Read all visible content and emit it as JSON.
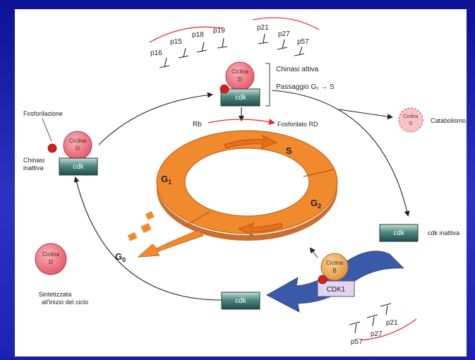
{
  "labels": {
    "ciclina": "Ciclina",
    "d": "D",
    "b": "B",
    "cdk": "cdk",
    "cdk1": "CDK1",
    "chinasi_attiva": "Chinasi attiva",
    "passaggio": "Passaggio G₁ → S",
    "rb": "Rb",
    "fosforilato": "Fosforilato RD",
    "catabolismo": "Catabolismo",
    "fosforilazione": "Fosforilazione",
    "chinasi": "Chinasi",
    "inattiva": "inattiva",
    "cdk_inattiva": "cdk inattiva",
    "sintetizzata": "Sintetizzata",
    "inizio": "all'inizio del ciclo",
    "phase_s": "S",
    "phase_g1": "G",
    "phase_g1_sub": "1",
    "phase_g2": "G",
    "phase_g2_sub": "2",
    "phase_g0": "G",
    "phase_g0_sub": "0"
  },
  "inhibitors": {
    "group1": [
      "p16",
      "p15",
      "p18",
      "p19"
    ],
    "group2": [
      "p21",
      "p27",
      "p57"
    ],
    "group3": [
      "p57",
      "p27",
      "p21"
    ]
  },
  "colors": {
    "cyclin": "#e86a78",
    "cyclin_b": "#e8a050",
    "cdk": "#3f7d78",
    "ring": "#f08a2c",
    "arrow_blue": "#3a5aa8",
    "phosphate": "#d81e1e",
    "red_arc": "#e0282c"
  }
}
